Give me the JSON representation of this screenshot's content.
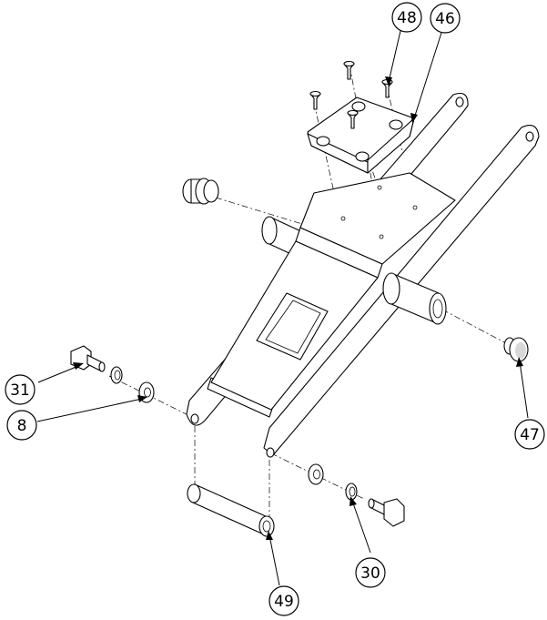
{
  "diagram": {
    "callouts": [
      {
        "id": "c48",
        "label": "48"
      },
      {
        "id": "c46",
        "label": "46"
      },
      {
        "id": "c31",
        "label": "31"
      },
      {
        "id": "c8",
        "label": "8"
      },
      {
        "id": "c47",
        "label": "47"
      },
      {
        "id": "c30",
        "label": "30"
      },
      {
        "id": "c49",
        "label": "49"
      }
    ]
  }
}
